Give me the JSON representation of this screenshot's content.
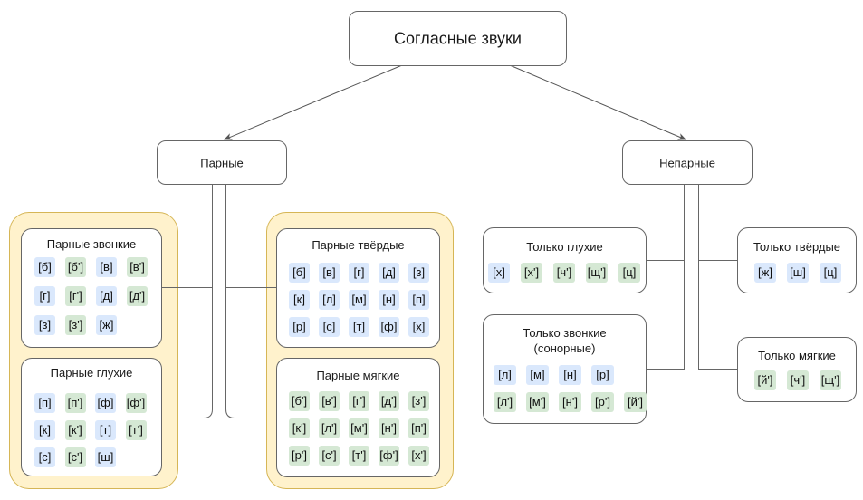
{
  "colors": {
    "hard": "#dae8fc",
    "soft": "#d5e8d4",
    "group_fill": "#fff2cc",
    "group_border": "#d6b656",
    "line": "#666666"
  },
  "root": {
    "label": "Согласные звуки"
  },
  "paired": {
    "label": "Парные",
    "voiced": {
      "title": "Парные звонкие",
      "chips": [
        {
          "label": "[б]",
          "kind": "hard"
        },
        {
          "label": "[б']",
          "kind": "soft"
        },
        {
          "label": "[в]",
          "kind": "hard"
        },
        {
          "label": "[в']",
          "kind": "soft"
        },
        {
          "label": "[г]",
          "kind": "hard"
        },
        {
          "label": "[г']",
          "kind": "soft"
        },
        {
          "label": "[д]",
          "kind": "hard"
        },
        {
          "label": "[д']",
          "kind": "soft"
        },
        {
          "label": "[з]",
          "kind": "hard"
        },
        {
          "label": "[з']",
          "kind": "soft"
        },
        {
          "label": "[ж]",
          "kind": "hard"
        }
      ]
    },
    "voiceless": {
      "title": "Парные глухие",
      "chips": [
        {
          "label": "[п]",
          "kind": "hard"
        },
        {
          "label": "[п']",
          "kind": "soft"
        },
        {
          "label": "[ф]",
          "kind": "hard"
        },
        {
          "label": "[ф']",
          "kind": "soft"
        },
        {
          "label": "[к]",
          "kind": "hard"
        },
        {
          "label": "[к']",
          "kind": "soft"
        },
        {
          "label": "[т]",
          "kind": "hard"
        },
        {
          "label": "[т']",
          "kind": "soft"
        },
        {
          "label": "[с]",
          "kind": "hard"
        },
        {
          "label": "[с']",
          "kind": "soft"
        },
        {
          "label": "[ш]",
          "kind": "hard"
        }
      ]
    },
    "hard": {
      "title": "Парные твёрдые",
      "chips": [
        {
          "label": "[б]",
          "kind": "hard"
        },
        {
          "label": "[в]",
          "kind": "hard"
        },
        {
          "label": "[г]",
          "kind": "hard"
        },
        {
          "label": "[д]",
          "kind": "hard"
        },
        {
          "label": "[з]",
          "kind": "hard"
        },
        {
          "label": "[к]",
          "kind": "hard"
        },
        {
          "label": "[л]",
          "kind": "hard"
        },
        {
          "label": "[м]",
          "kind": "hard"
        },
        {
          "label": "[н]",
          "kind": "hard"
        },
        {
          "label": "[п]",
          "kind": "hard"
        },
        {
          "label": "[р]",
          "kind": "hard"
        },
        {
          "label": "[с]",
          "kind": "hard"
        },
        {
          "label": "[т]",
          "kind": "hard"
        },
        {
          "label": "[ф]",
          "kind": "hard"
        },
        {
          "label": "[х]",
          "kind": "hard"
        }
      ]
    },
    "soft": {
      "title": "Парные мягкие",
      "chips": [
        {
          "label": "[б']",
          "kind": "soft"
        },
        {
          "label": "[в']",
          "kind": "soft"
        },
        {
          "label": "[г']",
          "kind": "soft"
        },
        {
          "label": "[д']",
          "kind": "soft"
        },
        {
          "label": "[з']",
          "kind": "soft"
        },
        {
          "label": "[к']",
          "kind": "soft"
        },
        {
          "label": "[л']",
          "kind": "soft"
        },
        {
          "label": "[м']",
          "kind": "soft"
        },
        {
          "label": "[н']",
          "kind": "soft"
        },
        {
          "label": "[п']",
          "kind": "soft"
        },
        {
          "label": "[р']",
          "kind": "soft"
        },
        {
          "label": "[с']",
          "kind": "soft"
        },
        {
          "label": "[т']",
          "kind": "soft"
        },
        {
          "label": "[ф']",
          "kind": "soft"
        },
        {
          "label": "[х']",
          "kind": "soft"
        }
      ]
    }
  },
  "unpaired": {
    "label": "Непарные",
    "only_voiceless": {
      "title": "Только глухие",
      "chips": [
        {
          "label": "[х]",
          "kind": "hard"
        },
        {
          "label": "[х']",
          "kind": "soft"
        },
        {
          "label": "[ч']",
          "kind": "soft"
        },
        {
          "label": "[щ']",
          "kind": "soft"
        },
        {
          "label": "[ц]",
          "kind": "soft"
        }
      ]
    },
    "only_voiced": {
      "title": "Только звонкие",
      "subtitle": "(сонорные)",
      "chips": [
        {
          "label": "[л]",
          "kind": "hard"
        },
        {
          "label": "[м]",
          "kind": "hard"
        },
        {
          "label": "[н]",
          "kind": "hard"
        },
        {
          "label": "[р]",
          "kind": "hard"
        },
        {
          "label": "",
          "kind": "none"
        },
        {
          "label": "[л']",
          "kind": "soft"
        },
        {
          "label": "[м']",
          "kind": "soft"
        },
        {
          "label": "[н']",
          "kind": "soft"
        },
        {
          "label": "[р']",
          "kind": "soft"
        },
        {
          "label": "[й']",
          "kind": "soft"
        }
      ]
    },
    "only_hard": {
      "title": "Только твёрдые",
      "chips": [
        {
          "label": "[ж]",
          "kind": "hard"
        },
        {
          "label": "[ш]",
          "kind": "hard"
        },
        {
          "label": "[ц]",
          "kind": "hard"
        }
      ]
    },
    "only_soft": {
      "title": "Только мягкие",
      "chips": [
        {
          "label": "[й']",
          "kind": "soft"
        },
        {
          "label": "[ч']",
          "kind": "soft"
        },
        {
          "label": "[щ']",
          "kind": "soft"
        }
      ]
    }
  }
}
